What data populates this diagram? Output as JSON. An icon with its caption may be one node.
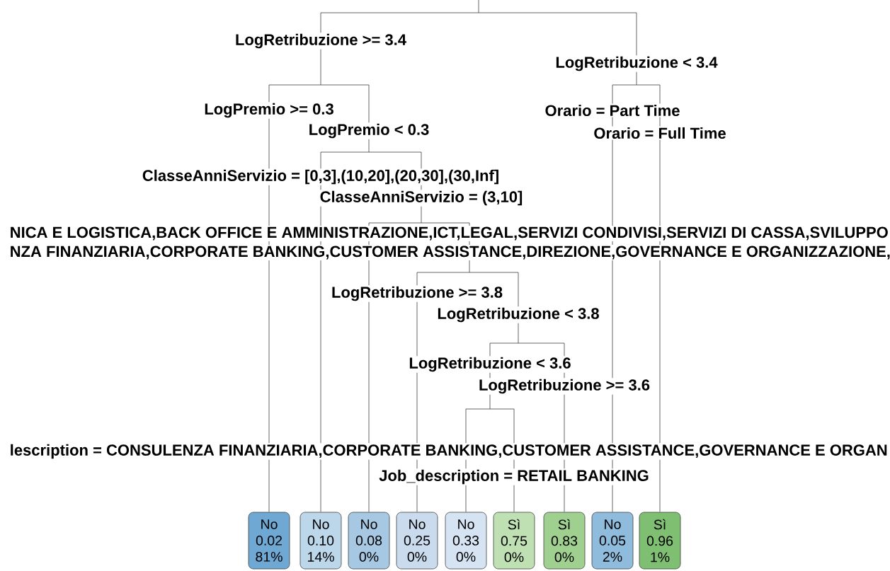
{
  "diagram": {
    "nodes": [
      {
        "text": [
          "No",
          "0.02",
          "81%"
        ]
      },
      {
        "text": [
          "No",
          "0.10",
          "14%"
        ]
      },
      {
        "text": [
          "No",
          "0.08",
          "0%"
        ]
      },
      {
        "text": [
          "No",
          "0.25",
          "0%"
        ]
      },
      {
        "text": [
          "No",
          "0.33",
          "0%"
        ]
      },
      {
        "text": [
          "Sì",
          "0.75",
          "0%"
        ]
      },
      {
        "text": [
          "Sì",
          "0.83",
          "0%"
        ]
      },
      {
        "text": [
          "No",
          "0.05",
          "2%"
        ]
      },
      {
        "text": [
          "Sì",
          "0.96",
          "1%"
        ]
      }
    ],
    "edges": [
      {
        "from": null,
        "to": 0,
        "arrow": "none"
      },
      {
        "from": null,
        "to": 1,
        "arrow": "none"
      },
      {
        "from": null,
        "to": 2,
        "arrow": "none"
      },
      {
        "from": null,
        "to": 3,
        "arrow": "none"
      },
      {
        "from": null,
        "to": 4,
        "arrow": "none"
      },
      {
        "from": null,
        "to": 5,
        "arrow": "none"
      },
      {
        "from": null,
        "to": 6,
        "arrow": "none"
      },
      {
        "from": null,
        "to": 7,
        "arrow": "none"
      },
      {
        "from": null,
        "to": 8,
        "arrow": "none"
      }
    ],
    "labels": [
      "LogRetribuzione >= 3.4",
      "LogRetribuzione < 3.4",
      "LogPremio >= 0.3",
      "Orario = Part Time",
      "LogPremio < 0.3",
      "Orario = Full Time",
      "ClasseAnniServizio = [0,3],(10,20],(20,30],(30,Inf]",
      "ClasseAnniServizio = (3,10]",
      "NICA E LOGISTICA,BACK OFFICE E AMMINISTRAZIONE,ICT,LEGAL,SERVIZI CONDIVISI,SERVIZI DI CASSA,SVILUPPO",
      "NZA FINANZIARIA,CORPORATE BANKING,CUSTOMER ASSISTANCE,DIREZIONE,GOVERNANCE E ORGANIZZAZIONE,",
      "LogRetribuzione >= 3.8",
      "LogRetribuzione < 3.8",
      "LogRetribuzione < 3.6",
      "LogRetribuzione >= 3.6",
      "lescription = CONSULENZA FINANZIARIA,CORPORATE BANKING,CUSTOMER ASSISTANCE,GOVERNANCE E ORGAN",
      "Job_description = RETAIL BANKING"
    ]
  }
}
